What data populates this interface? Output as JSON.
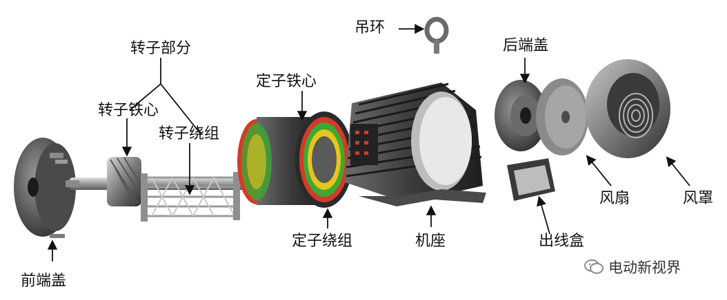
{
  "labels": {
    "rotor_part": "转子部分",
    "rotor_core": "转子铁心",
    "rotor_winding": "转子绕组",
    "front_cover": "前端盖",
    "stator_core": "定子铁心",
    "stator_winding": "定子绕组",
    "lifting_ring": "吊环",
    "frame": "机座",
    "rear_cover": "后端盖",
    "fan": "风扇",
    "fan_cover": "风罩",
    "junction_box": "出线盒"
  },
  "watermark": {
    "text": "电动新视界",
    "icon": "wechat-icon"
  },
  "colors": {
    "label_text": "#111111",
    "winding_red": "#d43a2a",
    "winding_green": "#3ea832",
    "winding_yellow": "#e6c51e",
    "metal_dark": "#3a3a3a",
    "metal_light": "#bdbdbd"
  }
}
